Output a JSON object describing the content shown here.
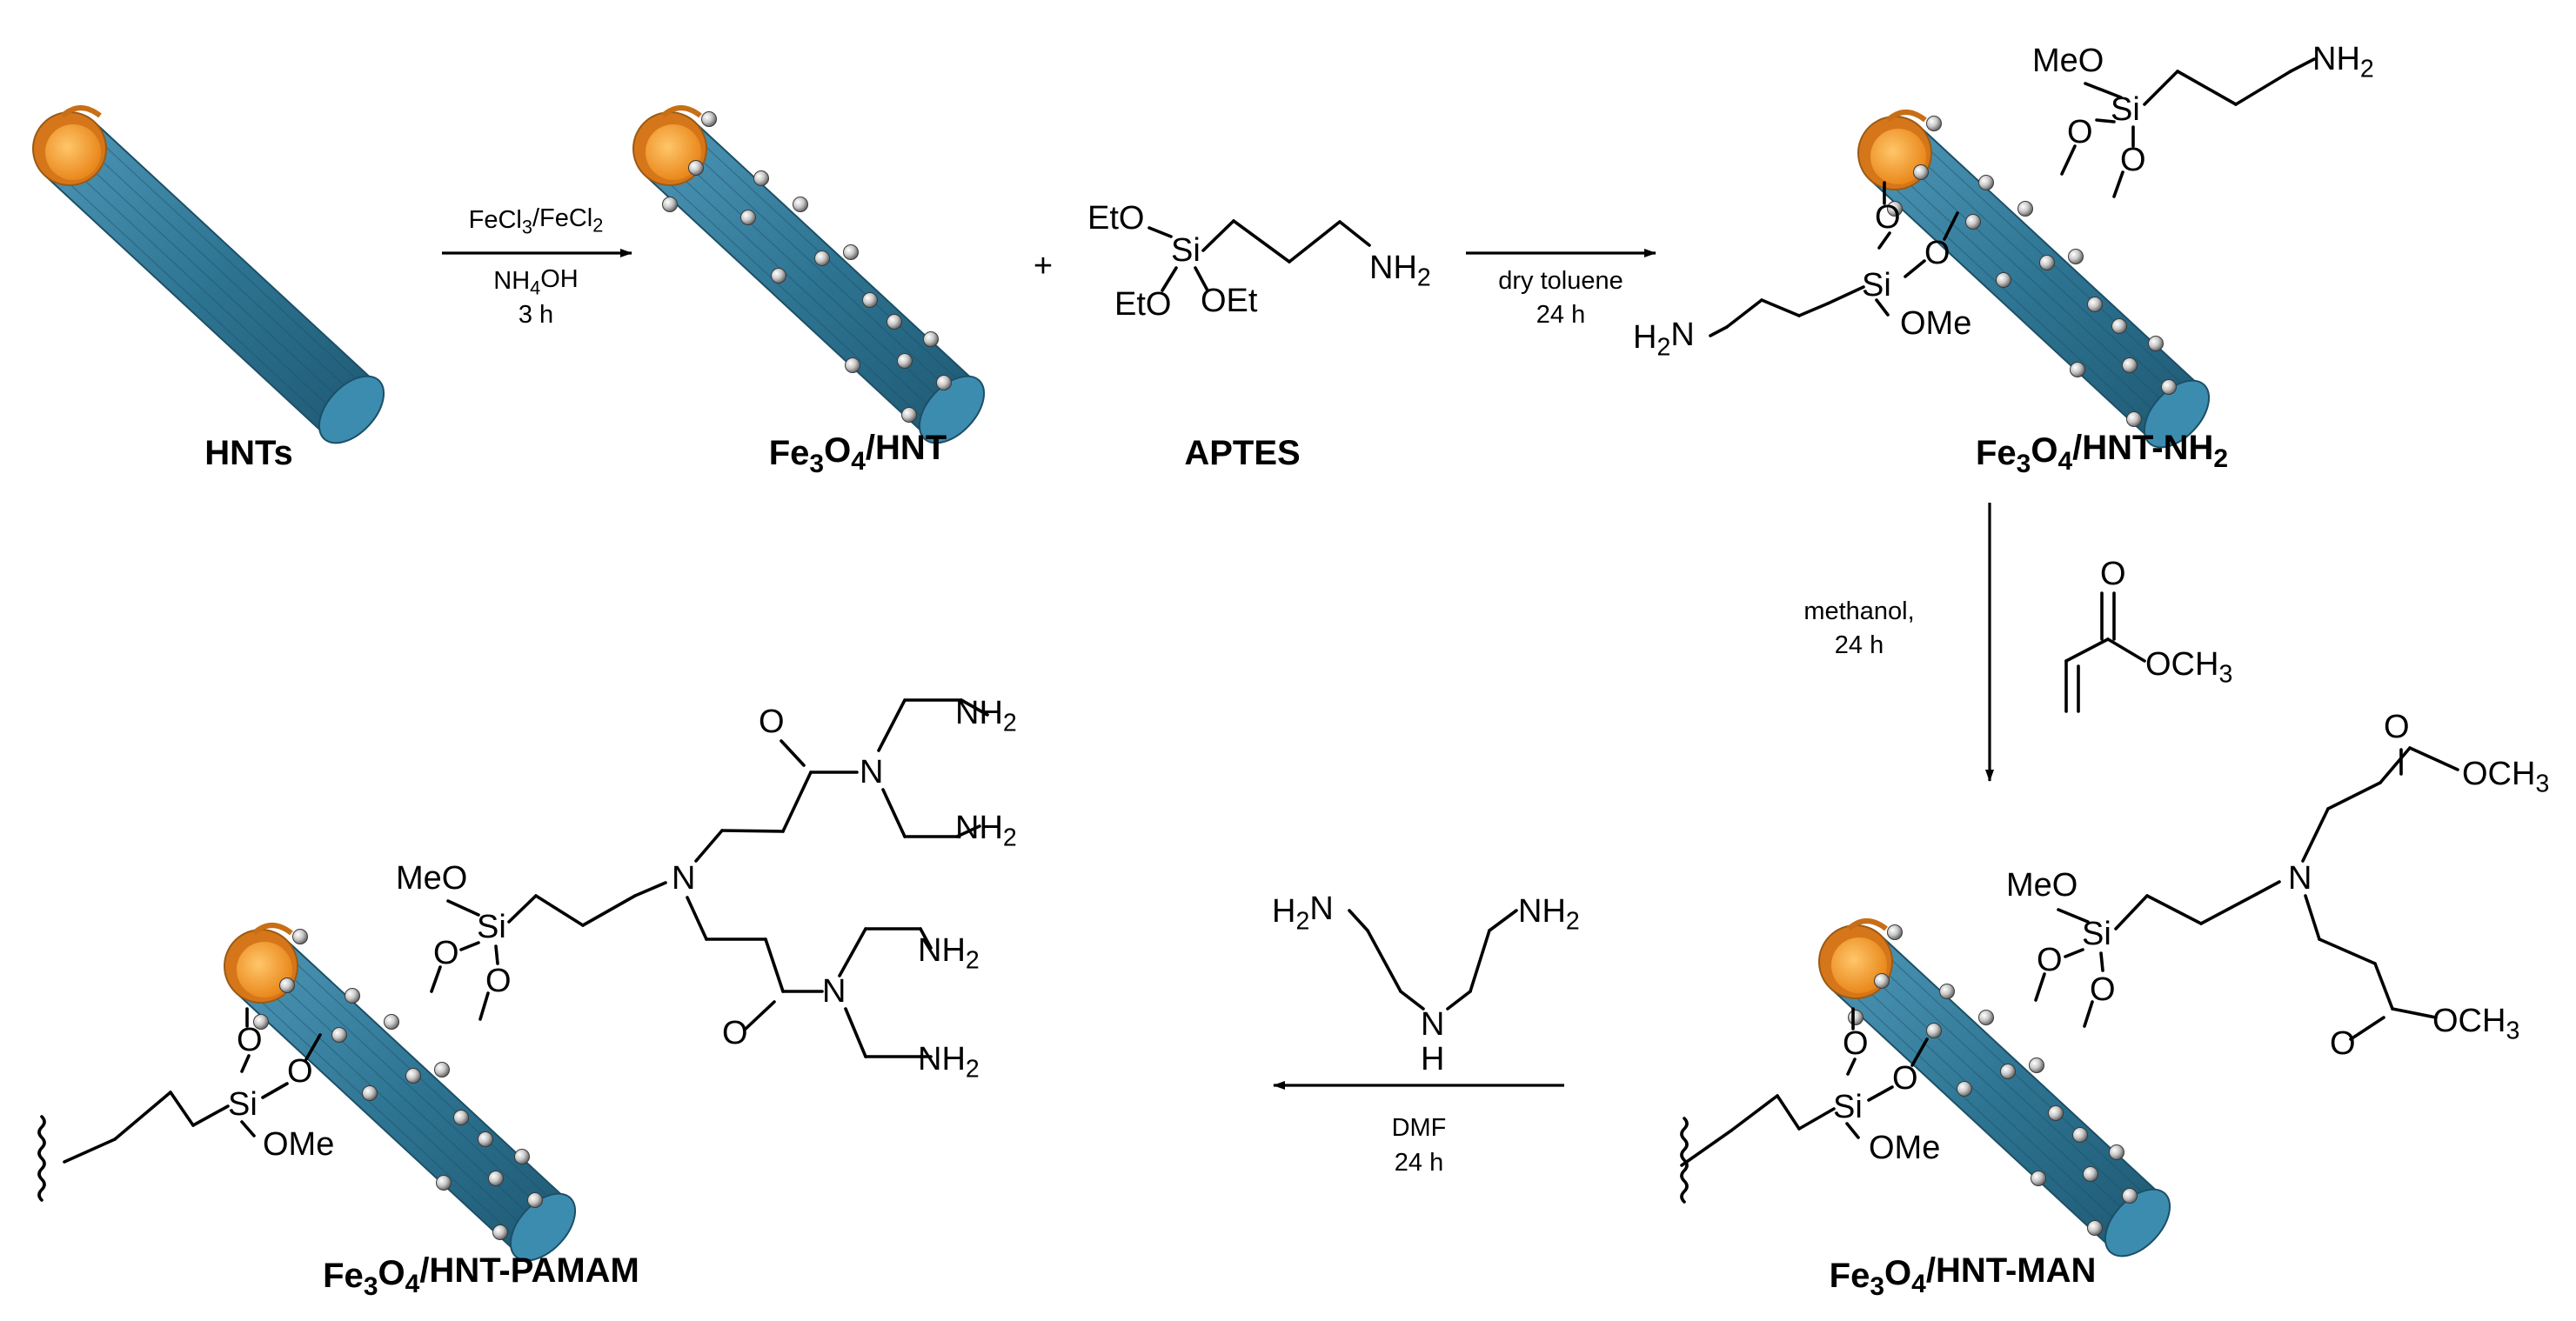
{
  "labels": {
    "hnts": "HNTs",
    "fe3o4_hnt": "Fe3O4/HNT",
    "aptes": "APTES",
    "fe3o4_hnt_nh2": "Fe3O4/HNT-NH2",
    "fe3o4_hnt_man": "Fe3O4/HNT-MAN",
    "fe3o4_hnt_pamam": "Fe3O4/HNT-PAMAM"
  },
  "plus": "+",
  "step1": {
    "reagent": "FeCl3/FeCl2",
    "base": "NH4OH",
    "time": "3 h"
  },
  "step2": {
    "solvent": "dry toluene",
    "time": "24 h"
  },
  "step3": {
    "solvent": "methanol,",
    "time": "24 h"
  },
  "step4": {
    "solvent": "DMF",
    "time": "24 h"
  },
  "groups": {
    "eto": "EtO",
    "oet": "OEt",
    "si": "Si",
    "o": "O",
    "meo": "MeO",
    "ome": "OMe",
    "nh2": "NH2",
    "h2n": "H2N",
    "n": "N",
    "h": "H",
    "och3": "OCH3"
  },
  "colors": {
    "tube_body": "#2e7593",
    "tube_end": "#3c8cb0",
    "lumen_orange": "#f39a22",
    "particle": "#c8c8c8"
  }
}
